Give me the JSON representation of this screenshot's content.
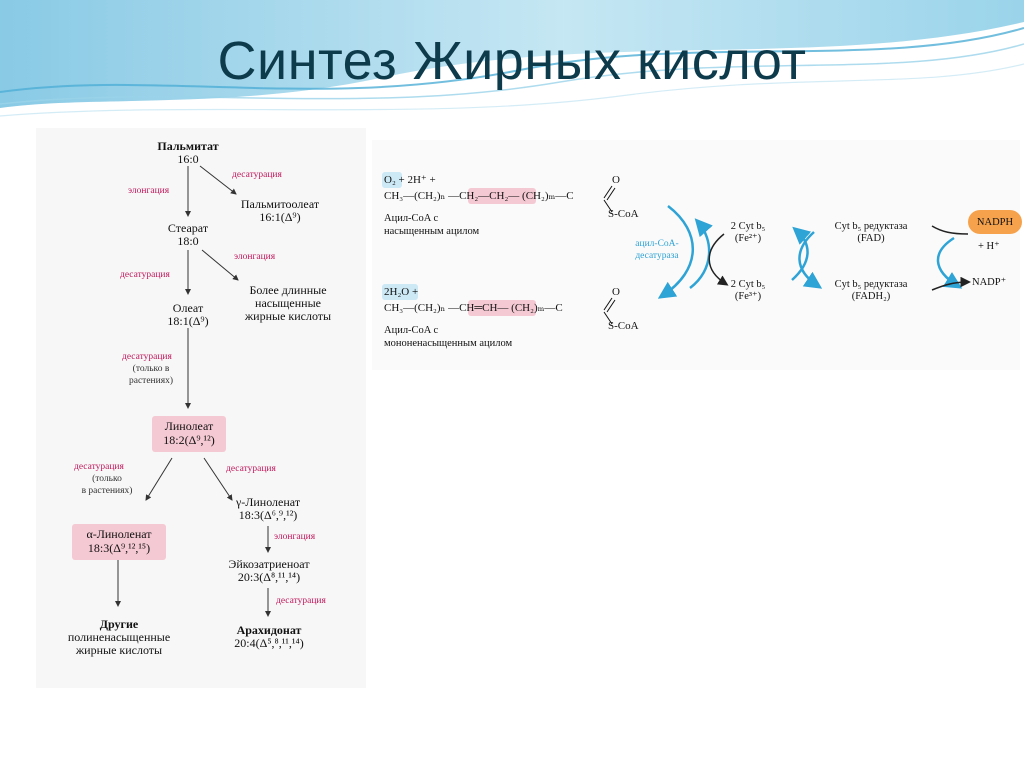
{
  "slide": {
    "title": "Синтез Жирных кислот"
  },
  "pathway": {
    "nodes": {
      "palmitate_name": "Пальмитат",
      "palmitate_formula": "16:0",
      "palmitoleate_name": "Пальмитоолеат",
      "palmitoleate_formula": "16:1(Δ⁹)",
      "stearate_name": "Стеарат",
      "stearate_formula": "18:0",
      "longer_sat_line1": "Более длинные",
      "longer_sat_line2": "насыщенные",
      "longer_sat_line3": "жирные кислоты",
      "oleate_name": "Олеат",
      "oleate_formula": "18:1(Δ⁹)",
      "linoleate_name": "Линолеат",
      "linoleate_formula": "18:2(Δ⁹,¹²)",
      "alpha_linolenate_name": "α-Линоленат",
      "alpha_linolenate_formula": "18:3(Δ⁹,¹²,¹⁵)",
      "gamma_linolenate_name": "γ-Линоленат",
      "gamma_linolenate_formula": "18:3(Δ⁶,⁹,¹²)",
      "eicosatrienoate_name": "Эйкозатриеноат",
      "eicosatrienoate_formula": "20:3(Δ⁸,¹¹,¹⁴)",
      "other_pufa_line1": "Другие",
      "other_pufa_line2": "полиненасыщенные",
      "other_pufa_line3": "жирные кислоты",
      "arachidonate_name": "Арахидонат",
      "arachidonate_formula": "20:4(Δ⁵,⁸,¹¹,¹⁴)"
    },
    "labels": {
      "desaturation": "десатурация",
      "elongation": "элонгация",
      "plants_only_line1": "(только в",
      "plants_only_line2": "растениях)",
      "plants_only_alt_line1": "(только",
      "plants_only_alt_line2": "в растениях)"
    }
  },
  "reaction": {
    "reactant_prefix": "O₂ + 2H⁺ +",
    "reactant_chain": "CH₃—(CH₂)ₙ —CH₂—CH₂— (CH₂)ₘ—C",
    "reactant_o": "O",
    "reactant_scoa": "S-CoA",
    "reactant_caption_line1": "Ацил-CoA с",
    "reactant_caption_line2": "насыщенным ацилом",
    "product_prefix": "2H₂O +",
    "product_chain": "CH₃—(CH₂)ₙ —CH═CH— (CH₂)ₘ—C",
    "product_o": "O",
    "product_scoa": "S-CoA",
    "product_caption_line1": "Ацил-CoA с",
    "product_caption_line2": "мононенасыщенным ацилом",
    "enzyme_line1": "ацил-CoA-",
    "enzyme_line2": "десатураза",
    "cyt_b5_fe2_line1": "2 Cyt b₅",
    "cyt_b5_fe2_line2": "(Fe²⁺)",
    "cyt_b5_fe3_line1": "2 Cyt b₅",
    "cyt_b5_fe3_line2": "(Fe³⁺)",
    "reductase_fad_line1": "Cyt b₅ редуктаза",
    "reductase_fad_line2": "(FAD)",
    "reductase_fadh2_line1": "Cyt b₅ редуктаза",
    "reductase_fadh2_line2": "(FADH₂)",
    "nadph": "NADPH",
    "h_plus": "+ H⁺",
    "nadp_plus": "NADP⁺"
  },
  "colors": {
    "title": "#0e3b4c",
    "label_pink": "#c2185b",
    "highlight_pink": "#f4c9d3",
    "highlight_blue": "#cce9f5",
    "cycle_blue": "#2ea3d6",
    "nadph_orange": "#f6a24c"
  }
}
